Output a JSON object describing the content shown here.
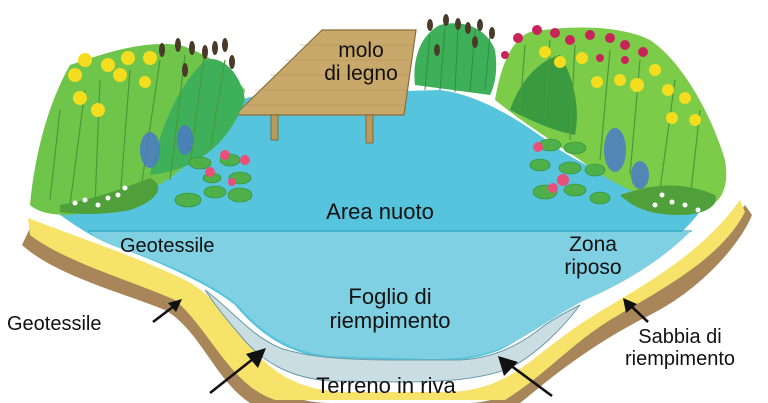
{
  "diagram": {
    "type": "illustrated pond cross-section",
    "language": "it",
    "labels": {
      "molo_line1": "molo",
      "molo_line2": "di legno",
      "area_nuoto": "Area nuoto",
      "geotessile_inner": "Geotessile",
      "zona_line1": "Zona",
      "zona_line2": "riposo",
      "foglio_line1": "Foglio di",
      "foglio_line2": "riempimento",
      "geotessile_outer": "Geotessile",
      "sabbia_line1": "Sabbia di",
      "sabbia_line2": "riempimento",
      "terreno": "Terreno in riva"
    },
    "arrows": [
      {
        "from": "Geotessile (outer label)",
        "points_to": "geotextile layer, left bank"
      },
      {
        "from": "bottom-left",
        "points_to": "liner sheet, left"
      },
      {
        "from": "bottom-right",
        "points_to": "liner sheet, right"
      },
      {
        "from": "Sabbia di riempimento",
        "points_to": "sand layer, right bank"
      }
    ],
    "elements": [
      "wooden pier",
      "swimming area (open water)",
      "regeneration / rest zone with water lilies",
      "yellow irises",
      "cattails",
      "red flowering plants",
      "blue marsh plants",
      "sand filling layer",
      "earth bank"
    ],
    "colors": {
      "water": "#56c4dc",
      "water_deep": "#7fd0e3",
      "sand": "#f7e36a",
      "earth": "#a8865a",
      "liner": "#c9dde3",
      "wood": "#c9a96b",
      "grass": "#5cbf4a",
      "iris_yellow": "#f4dc1e",
      "flower_red": "#c8245a",
      "lily_pink": "#e8507a",
      "text": "#111111"
    }
  }
}
